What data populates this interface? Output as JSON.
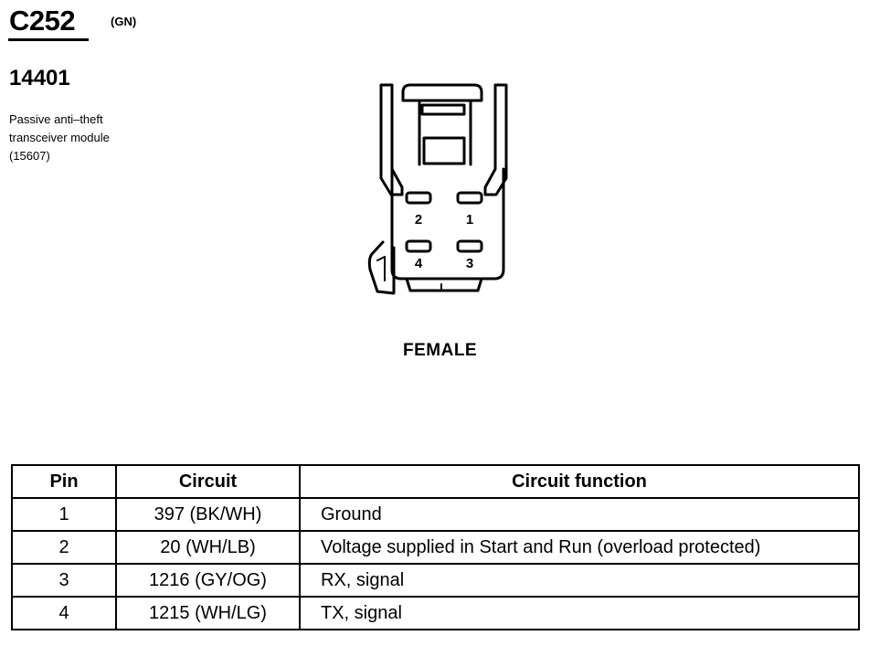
{
  "connector": {
    "id": "C252",
    "color": "(GN)",
    "part_number": "14401",
    "description_lines": [
      "Passive anti–theft",
      "transceiver module",
      "(15607)"
    ],
    "gender": "FEMALE"
  },
  "diagram": {
    "pin_labels": [
      "2",
      "1",
      "4",
      "3"
    ]
  },
  "table": {
    "headers": [
      "Pin",
      "Circuit",
      "Circuit function"
    ],
    "rows": [
      {
        "pin": "1",
        "circuit": "397 (BK/WH)",
        "function": "Ground"
      },
      {
        "pin": "2",
        "circuit": "20 (WH/LB)",
        "function": "Voltage supplied in Start and Run (overload protected)"
      },
      {
        "pin": "3",
        "circuit": "1216 (GY/OG)",
        "function": "RX, signal"
      },
      {
        "pin": "4",
        "circuit": "1215 (WH/LG)",
        "function": "TX, signal"
      }
    ]
  }
}
